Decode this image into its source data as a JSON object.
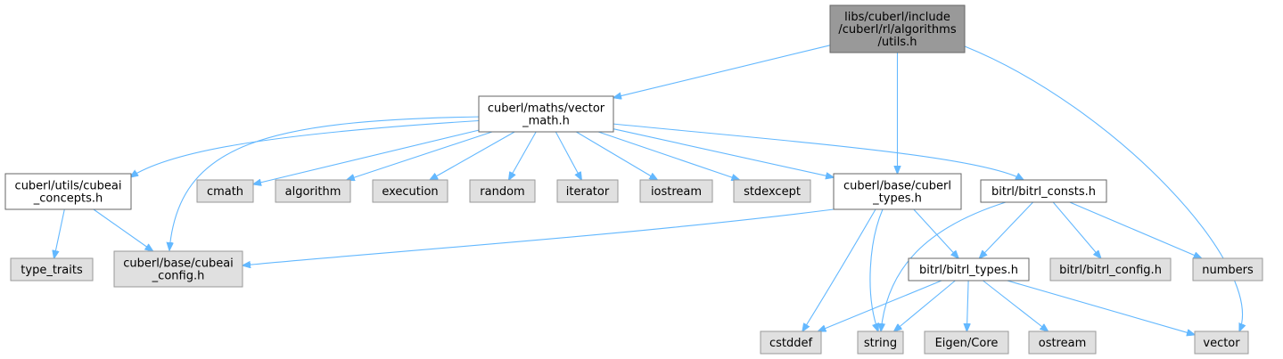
{
  "colors": {
    "edge": "#63b8ff",
    "root_fill": "#999999",
    "root_border": "#666666",
    "header_fill": "#ffffff",
    "header_border": "#666666",
    "system_fill": "#e0e0e0",
    "system_border": "#999999"
  },
  "nodes": [
    {
      "id": "root",
      "kind": "root",
      "lines": [
        "libs/cuberl/include",
        "/cuberl/rl/algorithms",
        "/utils.h"
      ]
    },
    {
      "id": "vector_math",
      "kind": "header",
      "lines": [
        "cuberl/maths/vector",
        "_math.h"
      ]
    },
    {
      "id": "cubeai_concepts",
      "kind": "header",
      "lines": [
        "cuberl/utils/cubeai",
        "_concepts.h"
      ]
    },
    {
      "id": "cmath",
      "kind": "system",
      "lines": [
        "cmath"
      ]
    },
    {
      "id": "algorithm",
      "kind": "system",
      "lines": [
        "algorithm"
      ]
    },
    {
      "id": "execution",
      "kind": "system",
      "lines": [
        "execution"
      ]
    },
    {
      "id": "random",
      "kind": "system",
      "lines": [
        "random"
      ]
    },
    {
      "id": "iterator",
      "kind": "system",
      "lines": [
        "iterator"
      ]
    },
    {
      "id": "iostream",
      "kind": "system",
      "lines": [
        "iostream"
      ]
    },
    {
      "id": "stdexcept",
      "kind": "system",
      "lines": [
        "stdexcept"
      ]
    },
    {
      "id": "cuberl_types",
      "kind": "header",
      "lines": [
        "cuberl/base/cuberl",
        "_types.h"
      ]
    },
    {
      "id": "bitrl_consts",
      "kind": "header",
      "lines": [
        "bitrl/bitrl_consts.h"
      ]
    },
    {
      "id": "type_traits",
      "kind": "system",
      "lines": [
        "type_traits"
      ]
    },
    {
      "id": "cubeai_config",
      "kind": "system",
      "lines": [
        "cuberl/base/cubeai",
        "_config.h"
      ]
    },
    {
      "id": "bitrl_types",
      "kind": "header",
      "lines": [
        "bitrl/bitrl_types.h"
      ]
    },
    {
      "id": "bitrl_config",
      "kind": "system",
      "lines": [
        "bitrl/bitrl_config.h"
      ]
    },
    {
      "id": "numbers",
      "kind": "system",
      "lines": [
        "numbers"
      ]
    },
    {
      "id": "cstddef",
      "kind": "system",
      "lines": [
        "cstddef"
      ]
    },
    {
      "id": "string",
      "kind": "system",
      "lines": [
        "string"
      ]
    },
    {
      "id": "eigen_core",
      "kind": "system",
      "lines": [
        "Eigen/Core"
      ]
    },
    {
      "id": "ostream",
      "kind": "system",
      "lines": [
        "ostream"
      ]
    },
    {
      "id": "vector",
      "kind": "system",
      "lines": [
        "vector"
      ]
    }
  ],
  "edges": [
    {
      "from": "root",
      "to": "vector_math"
    },
    {
      "from": "root",
      "to": "cuberl_types"
    },
    {
      "from": "root",
      "to": "vector"
    },
    {
      "from": "vector_math",
      "to": "cubeai_concepts"
    },
    {
      "from": "vector_math",
      "to": "cubeai_config"
    },
    {
      "from": "vector_math",
      "to": "cmath"
    },
    {
      "from": "vector_math",
      "to": "algorithm"
    },
    {
      "from": "vector_math",
      "to": "execution"
    },
    {
      "from": "vector_math",
      "to": "random"
    },
    {
      "from": "vector_math",
      "to": "iterator"
    },
    {
      "from": "vector_math",
      "to": "iostream"
    },
    {
      "from": "vector_math",
      "to": "stdexcept"
    },
    {
      "from": "vector_math",
      "to": "cuberl_types"
    },
    {
      "from": "vector_math",
      "to": "bitrl_consts"
    },
    {
      "from": "cubeai_concepts",
      "to": "type_traits"
    },
    {
      "from": "cubeai_concepts",
      "to": "cubeai_config"
    },
    {
      "from": "cuberl_types",
      "to": "cubeai_config"
    },
    {
      "from": "cuberl_types",
      "to": "bitrl_types"
    },
    {
      "from": "cuberl_types",
      "to": "cstddef"
    },
    {
      "from": "cuberl_types",
      "to": "string"
    },
    {
      "from": "bitrl_consts",
      "to": "bitrl_types"
    },
    {
      "from": "bitrl_consts",
      "to": "bitrl_config"
    },
    {
      "from": "bitrl_consts",
      "to": "numbers"
    },
    {
      "from": "bitrl_consts",
      "to": "string"
    },
    {
      "from": "bitrl_types",
      "to": "cstddef"
    },
    {
      "from": "bitrl_types",
      "to": "string"
    },
    {
      "from": "bitrl_types",
      "to": "eigen_core"
    },
    {
      "from": "bitrl_types",
      "to": "ostream"
    },
    {
      "from": "bitrl_types",
      "to": "vector"
    }
  ]
}
